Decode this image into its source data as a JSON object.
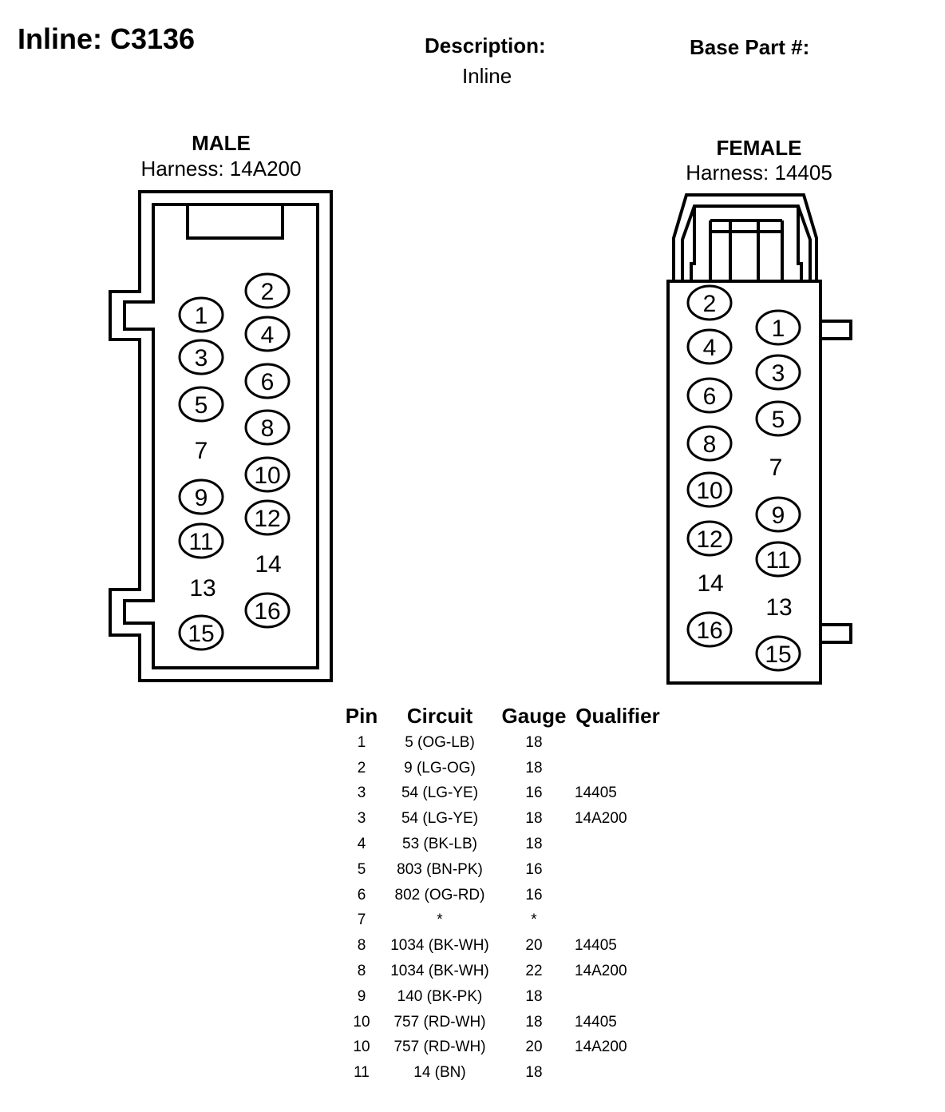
{
  "header": {
    "title": "Inline: C3136",
    "description_label": "Description:",
    "description_value": "Inline",
    "base_part_label": "Base Part #:"
  },
  "male": {
    "title": "MALE",
    "harness": "Harness: 14A200",
    "pins": [
      {
        "n": "1",
        "circle": true
      },
      {
        "n": "2",
        "circle": true
      },
      {
        "n": "3",
        "circle": true
      },
      {
        "n": "4",
        "circle": true
      },
      {
        "n": "5",
        "circle": true
      },
      {
        "n": "6",
        "circle": true
      },
      {
        "n": "7",
        "circle": false
      },
      {
        "n": "8",
        "circle": true
      },
      {
        "n": "9",
        "circle": true
      },
      {
        "n": "10",
        "circle": true
      },
      {
        "n": "11",
        "circle": true
      },
      {
        "n": "12",
        "circle": true
      },
      {
        "n": "13",
        "circle": false
      },
      {
        "n": "14",
        "circle": false
      },
      {
        "n": "15",
        "circle": true
      },
      {
        "n": "16",
        "circle": true
      }
    ]
  },
  "female": {
    "title": "FEMALE",
    "harness": "Harness: 14405",
    "pins": [
      {
        "n": "1",
        "circle": true
      },
      {
        "n": "2",
        "circle": true
      },
      {
        "n": "3",
        "circle": true
      },
      {
        "n": "4",
        "circle": true
      },
      {
        "n": "5",
        "circle": true
      },
      {
        "n": "6",
        "circle": true
      },
      {
        "n": "7",
        "circle": false
      },
      {
        "n": "8",
        "circle": true
      },
      {
        "n": "9",
        "circle": true
      },
      {
        "n": "10",
        "circle": true
      },
      {
        "n": "11",
        "circle": true
      },
      {
        "n": "12",
        "circle": true
      },
      {
        "n": "13",
        "circle": false
      },
      {
        "n": "14",
        "circle": false
      },
      {
        "n": "15",
        "circle": true
      },
      {
        "n": "16",
        "circle": true
      }
    ]
  },
  "table": {
    "headers": {
      "pin": "Pin",
      "circuit": "Circuit",
      "gauge": "Gauge",
      "qualifier": "Qualifier"
    },
    "rows": [
      {
        "pin": "1",
        "circuit": "5 (OG-LB)",
        "gauge": "18",
        "qualifier": ""
      },
      {
        "pin": "2",
        "circuit": "9 (LG-OG)",
        "gauge": "18",
        "qualifier": ""
      },
      {
        "pin": "3",
        "circuit": "54 (LG-YE)",
        "gauge": "16",
        "qualifier": "14405"
      },
      {
        "pin": "3",
        "circuit": "54 (LG-YE)",
        "gauge": "18",
        "qualifier": "14A200"
      },
      {
        "pin": "4",
        "circuit": "53 (BK-LB)",
        "gauge": "18",
        "qualifier": ""
      },
      {
        "pin": "5",
        "circuit": "803 (BN-PK)",
        "gauge": "16",
        "qualifier": ""
      },
      {
        "pin": "6",
        "circuit": "802 (OG-RD)",
        "gauge": "16",
        "qualifier": ""
      },
      {
        "pin": "7",
        "circuit": "*",
        "gauge": "*",
        "qualifier": ""
      },
      {
        "pin": "8",
        "circuit": "1034 (BK-WH)",
        "gauge": "20",
        "qualifier": "14405"
      },
      {
        "pin": "8",
        "circuit": "1034 (BK-WH)",
        "gauge": "22",
        "qualifier": "14A200"
      },
      {
        "pin": "9",
        "circuit": "140 (BK-PK)",
        "gauge": "18",
        "qualifier": ""
      },
      {
        "pin": "10",
        "circuit": "757 (RD-WH)",
        "gauge": "18",
        "qualifier": "14405"
      },
      {
        "pin": "10",
        "circuit": "757 (RD-WH)",
        "gauge": "20",
        "qualifier": "14A200"
      },
      {
        "pin": "11",
        "circuit": "14 (BN)",
        "gauge": "18",
        "qualifier": ""
      }
    ]
  }
}
